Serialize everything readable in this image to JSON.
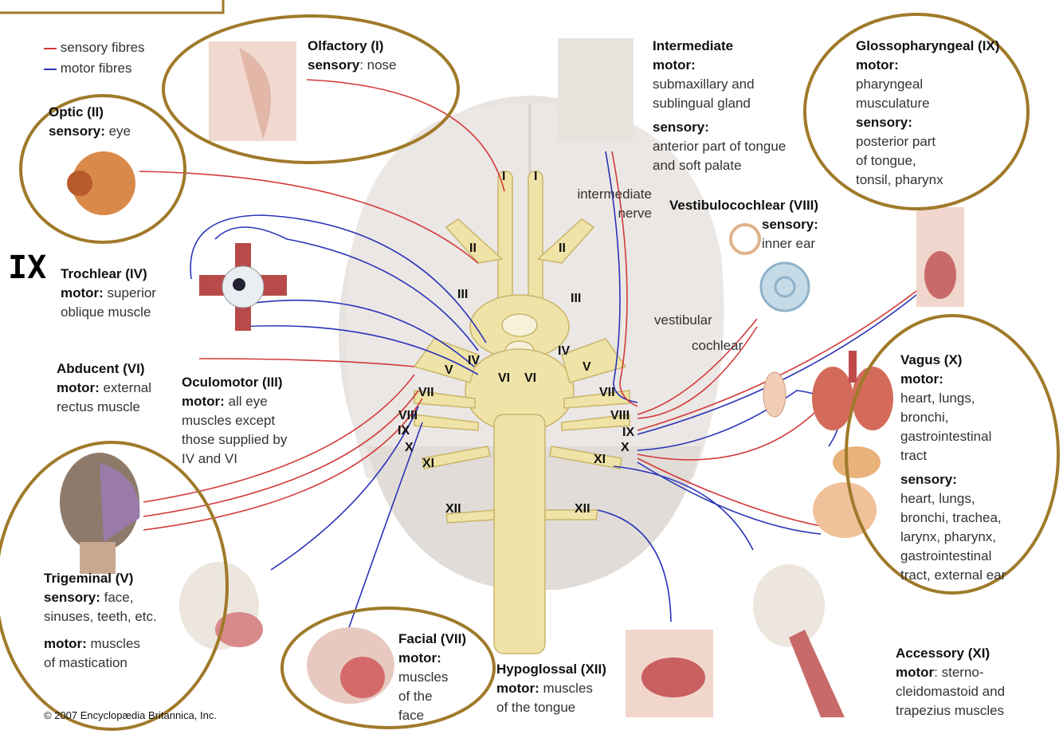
{
  "legend": {
    "sensory": "sensory fibres",
    "motor": "motor fibres",
    "sensory_color": "#d33a3a",
    "motor_color": "#2a33b8"
  },
  "annotation_mark": "IX",
  "copyright": "© 2007 Encyclopædia Britannica, Inc.",
  "colors": {
    "circle": "#a07a2a",
    "nerve": "#efe3a8",
    "brain": "#e6e2df"
  },
  "nerves": {
    "olfactory": {
      "title": "Olfactory (I)",
      "sensory_label": "sensory",
      "sensory": ": nose"
    },
    "optic": {
      "title": "Optic (II)",
      "sensory_label": "sensory:",
      "sensory": " eye"
    },
    "trochlear": {
      "title": "Trochlear (IV)",
      "motor_label": "motor:",
      "motor_1": " superior",
      "motor_2": "oblique muscle"
    },
    "abducent": {
      "title": "Abducent (VI)",
      "motor_label": "motor:",
      "motor_1": " external",
      "motor_2": "rectus muscle"
    },
    "oculomotor": {
      "title": "Oculomotor (III)",
      "motor_label": "motor:",
      "motor_1": " all eye",
      "motor_2": "muscles except",
      "motor_3": "those supplied by",
      "motor_4": "IV and VI"
    },
    "trigeminal": {
      "title": "Trigeminal (V)",
      "sensory_label": "sensory:",
      "sensory_1": " face,",
      "sensory_2": "sinuses, teeth, etc.",
      "motor_label": "motor:",
      "motor_1": " muscles",
      "motor_2": "of mastication"
    },
    "facial": {
      "title": "Facial (VII)",
      "motor_label": "motor:",
      "motor_1": "muscles",
      "motor_2": "of the",
      "motor_3": "face"
    },
    "hypoglossal": {
      "title": "Hypoglossal (XII)",
      "motor_label": "motor:",
      "motor_1": " muscles",
      "motor_2": "of the tongue"
    },
    "accessory": {
      "title": "Accessory (XI)",
      "motor_label": "motor",
      "motor_1": ": sterno-",
      "motor_2": "cleidomastoid and",
      "motor_3": "trapezius muscles"
    },
    "intermediate": {
      "title": "Intermediate",
      "motor_label": "motor:",
      "motor_1": "submaxillary and",
      "motor_2": "sublingual gland",
      "sensory_label": "sensory:",
      "sensory_1": "anterior part of tongue",
      "sensory_2": "and soft palate",
      "nerve_1": "intermediate",
      "nerve_2": "nerve"
    },
    "glossopharyngeal": {
      "title": "Glossopharyngeal (IX)",
      "motor_label": "motor:",
      "motor_1": "pharyngeal",
      "motor_2": "musculature",
      "sensory_label": "sensory:",
      "sensory_1": "posterior part",
      "sensory_2": "of tongue,",
      "sensory_3": "tonsil, pharynx"
    },
    "vestibulocochlear": {
      "title": "Vestibulocochlear (VIII)",
      "sensory_label": "sensory:",
      "sensory_1": "inner ear",
      "branch_1": "vestibular",
      "branch_2": "cochlear"
    },
    "vagus": {
      "title": "Vagus (X)",
      "motor_label": "motor:",
      "motor_1": "heart, lungs,",
      "motor_2": "bronchi,",
      "motor_3": "gastrointestinal",
      "motor_4": "tract",
      "sensory_label": "sensory:",
      "sensory_1": "heart, lungs,",
      "sensory_2": "bronchi, trachea,",
      "sensory_3": "larynx, pharynx,",
      "sensory_4": "gastrointestinal",
      "sensory_5": "tract, external ear"
    }
  },
  "numerals": {
    "i": "I",
    "ii": "II",
    "iii": "III",
    "iv": "IV",
    "v": "V",
    "vi": "VI",
    "vii": "VII",
    "viii": "VIII",
    "ix": "IX",
    "x": "X",
    "xi": "XI",
    "xii": "XII"
  }
}
